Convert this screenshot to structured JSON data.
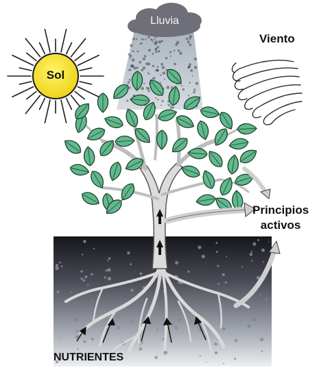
{
  "labels": {
    "sun": "Sol",
    "rain": "Lluvia",
    "wind": "Viento",
    "active_principles_line1": "Principios",
    "active_principles_line2": "activos",
    "nutrients": "NUTRIENTES"
  },
  "colors": {
    "sun_fill": "#f2e21c",
    "cloud_fill": "#6f6f7a",
    "leaf_fill": "#5fb98c",
    "leaf_stroke": "#1f3d2c",
    "trunk_fill": "#dcdcdc",
    "soil_top": "#1c1c22",
    "soil_bottom": "#e8ecef"
  }
}
